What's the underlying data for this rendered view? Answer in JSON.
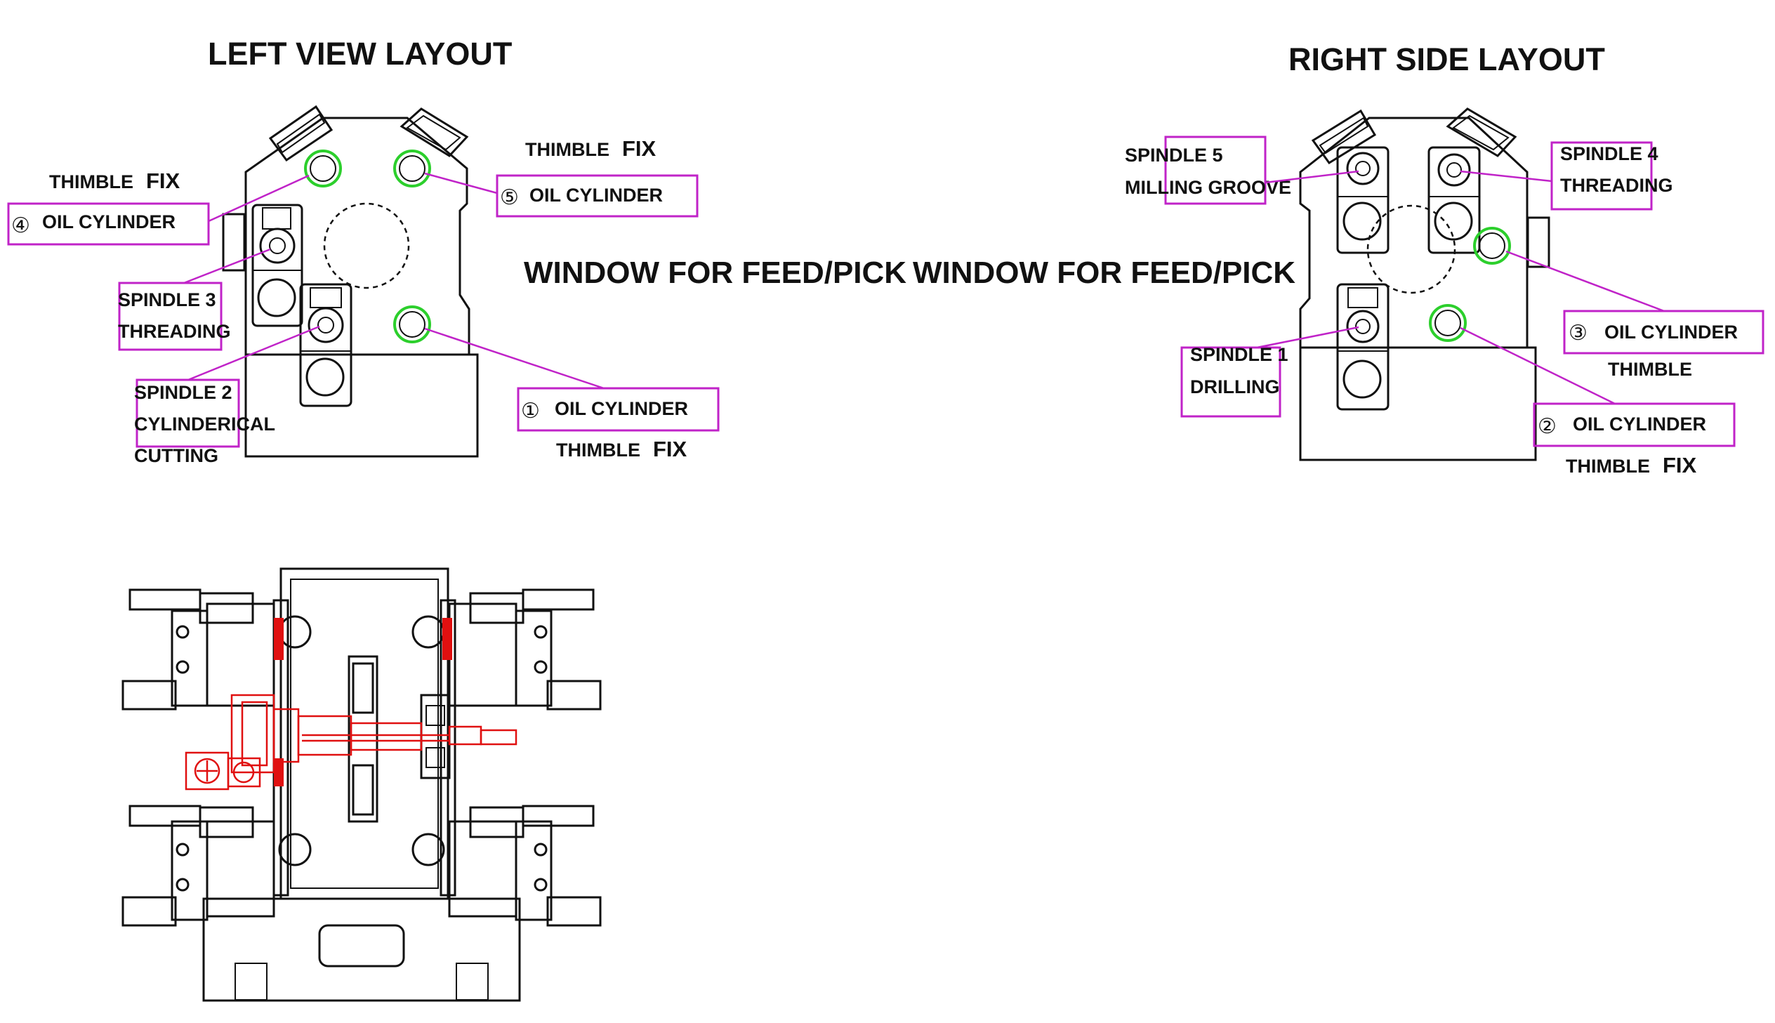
{
  "left_title": "LEFT VIEW LAYOUT",
  "right_title": "RIGHT SIDE LAYOUT",
  "window_label": "WINDOW FOR FEED/PICK",
  "thimble": "THIMBLE",
  "fix": "FIX",
  "oil_cylinder": "OIL CYLINDER",
  "num_1": "①",
  "num_2": "②",
  "num_3": "③",
  "num_4": "④",
  "num_5": "⑤",
  "spindle_1": "SPINDLE 1",
  "spindle_1_op": "DRILLING",
  "spindle_2": "SPINDLE 2",
  "spindle_2_op_a": "CYLINDERICAL",
  "spindle_2_op_b": "CUTTING",
  "spindle_3": "SPINDLE 3",
  "spindle_3_op": "THREADING",
  "spindle_4": "SPINDLE 4",
  "spindle_4_op": "THREADING",
  "spindle_5": "SPINDLE 5",
  "spindle_5_op": "MILLING GROOVE",
  "colors": {
    "callout": "#c023c8",
    "oil_cylinder_ring": "#2ccf2c",
    "workpiece": "#e01010",
    "line": "#111111"
  }
}
